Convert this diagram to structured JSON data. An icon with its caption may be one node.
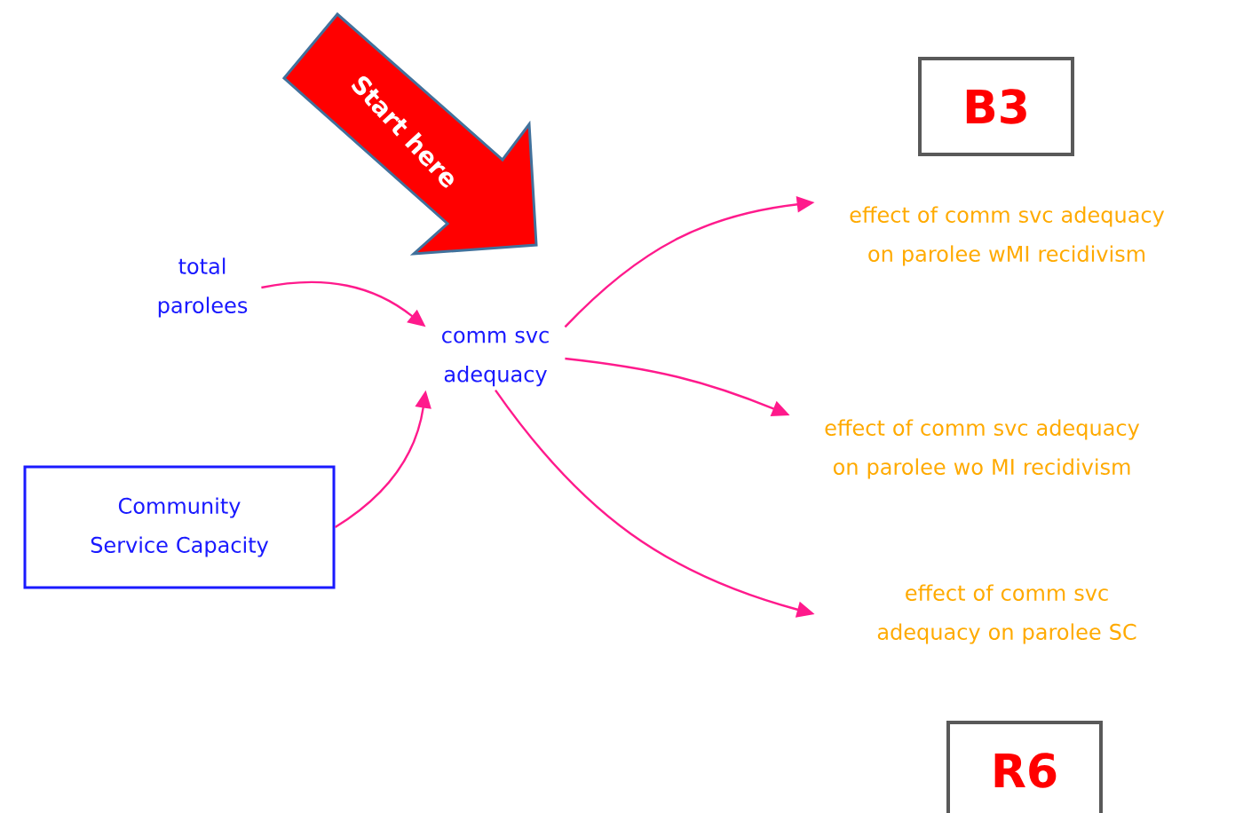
{
  "diagram": {
    "nodes": [
      {
        "text": [
          "total parolees"
        ]
      },
      {
        "text": [
          "comm svc adequacy"
        ]
      },
      {
        "text": [
          "Community Service Capacity"
        ]
      },
      {
        "text": [
          "effect of comm svc adequacy on parolee wMI recidivism"
        ]
      },
      {
        "text": [
          "effect of comm svc adequacy on parolee wo MI recidivism"
        ]
      },
      {
        "text": [
          "effect of comm svc adequacy on parolee SC"
        ]
      },
      {
        "text": [
          "Start here"
        ]
      },
      {
        "text": [
          "B3"
        ]
      },
      {
        "text": [
          "R6"
        ]
      }
    ],
    "edges": [
      {
        "from": 0,
        "to": 1,
        "arrow": "to"
      },
      {
        "from": 2,
        "to": 1,
        "arrow": "to"
      },
      {
        "from": 1,
        "to": 3,
        "arrow": "to"
      },
      {
        "from": 1,
        "to": 4,
        "arrow": "to"
      },
      {
        "from": 1,
        "to": 5,
        "arrow": "to"
      }
    ]
  }
}
